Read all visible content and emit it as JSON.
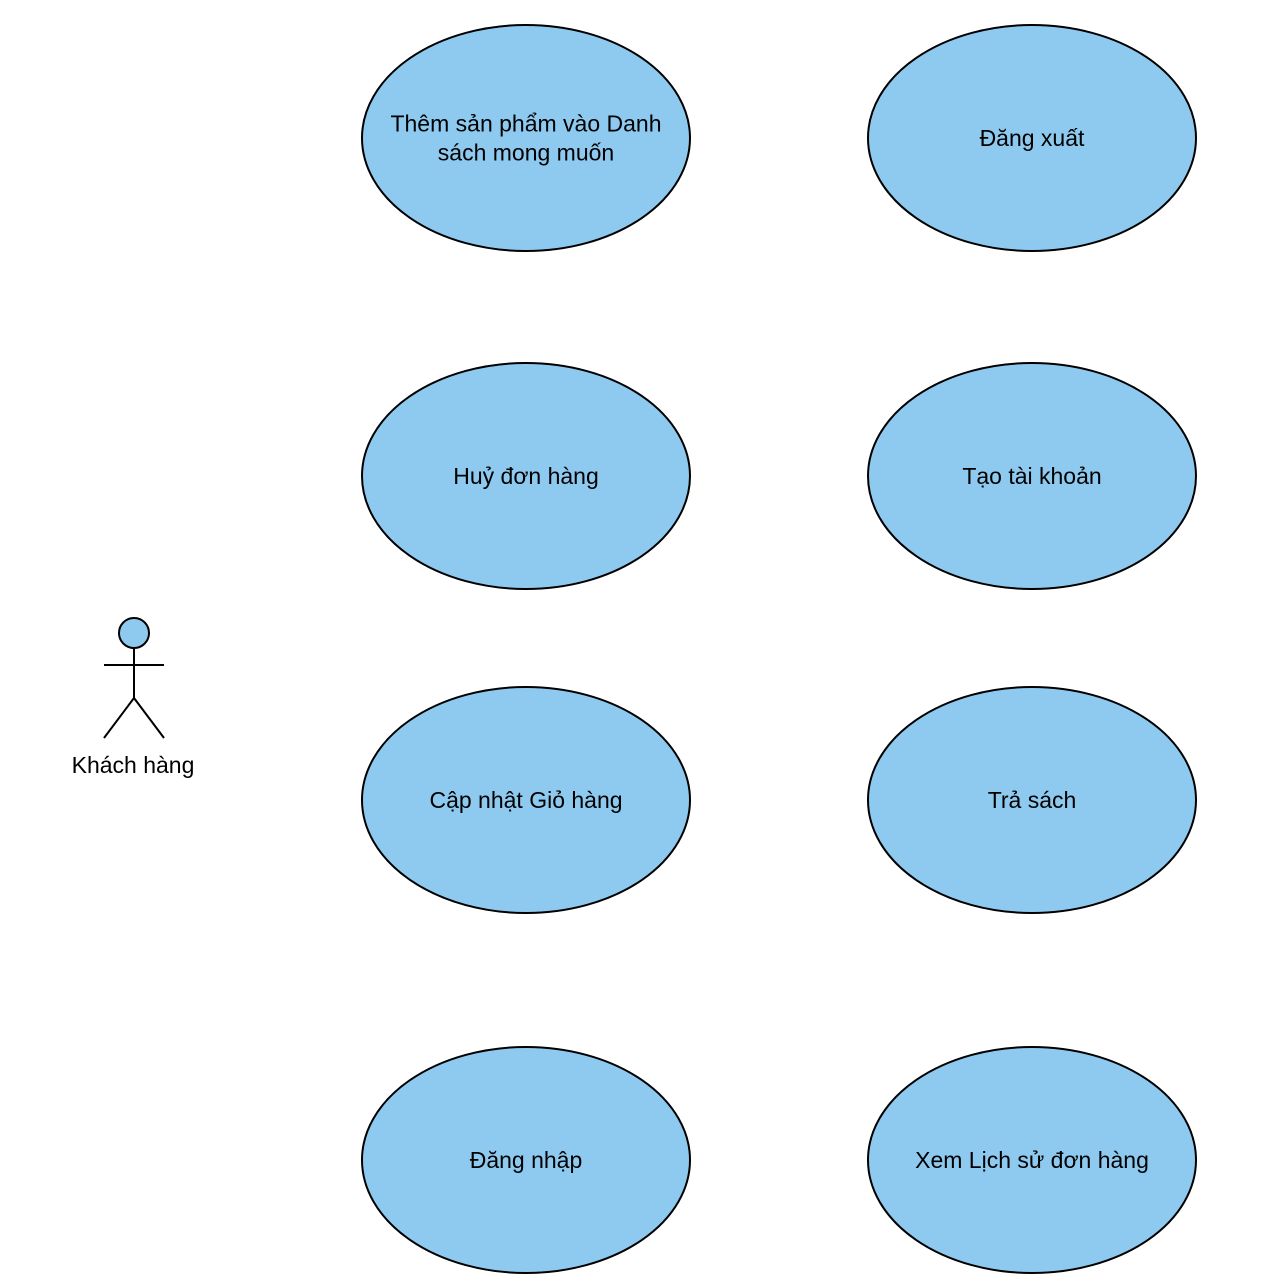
{
  "colors": {
    "usecase_fill": "#8ecaef",
    "stroke": "#000000",
    "background": "#ffffff"
  },
  "actor": {
    "label": "Khách hàng",
    "icon": "stick-figure-icon"
  },
  "use_cases": [
    {
      "id": "them-san-pham-wishlist",
      "lines": [
        "Thêm sản phẩm vào Danh",
        "sách mong muốn"
      ]
    },
    {
      "id": "dang-xuat",
      "lines": [
        "Đăng xuất"
      ]
    },
    {
      "id": "huy-don-hang",
      "lines": [
        "Huỷ đơn hàng"
      ]
    },
    {
      "id": "tao-tai-khoan",
      "lines": [
        "Tạo tài khoản"
      ]
    },
    {
      "id": "cap-nhat-gio-hang",
      "lines": [
        "Cập nhật Giỏ hàng"
      ]
    },
    {
      "id": "tra-sach",
      "lines": [
        "Trả sách"
      ]
    },
    {
      "id": "dang-nhap",
      "lines": [
        "Đăng nhập"
      ]
    },
    {
      "id": "xem-lich-su-don-hang",
      "lines": [
        "Xem Lịch sử đơn hàng"
      ]
    }
  ]
}
